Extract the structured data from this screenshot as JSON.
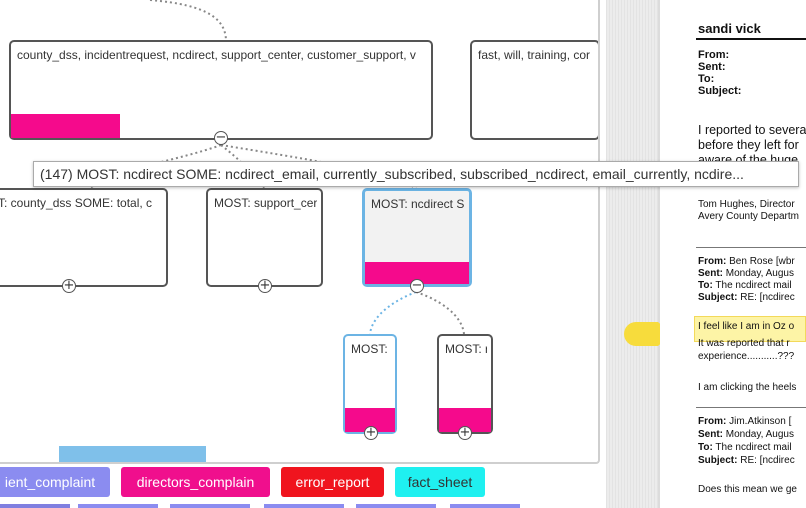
{
  "tree": {
    "nodes": {
      "top_left": {
        "label": "county_dss, incidentrequest, ncdirect, support_center, customer_support, v"
      },
      "top_right": {
        "label": "fast, will, training, cor"
      },
      "mid_left": {
        "label": "T: county_dss  SOME: total, c"
      },
      "mid_center": {
        "label": "MOST: support_cer"
      },
      "mid_selected": {
        "label": "MOST: ncdirect  S"
      },
      "leaf_left": {
        "label": "MOST: r"
      },
      "leaf_right": {
        "label": "MOST: r"
      }
    },
    "toggles": {
      "collapse": "−",
      "expand": "+"
    }
  },
  "tooltip": {
    "text": "(147) MOST: ncdirect SOME: ncdirect_email, currently_subscribed, subscribed_ncdirect, email_currently, ncdire..."
  },
  "tags": [
    {
      "label": "ient_complaint",
      "bg": "#8b8cf0",
      "fg": "#ffffff"
    },
    {
      "label": "directors_complain",
      "bg": "#f00f8d",
      "fg": "#ffffff"
    },
    {
      "label": "error_report",
      "bg": "#f0141e",
      "fg": "#ffffff"
    },
    {
      "label": "fact_sheet",
      "bg": "#1ff0f0",
      "fg": "#333333"
    }
  ],
  "colors": {
    "accent_bar": "#f50a8c",
    "selection_blue": "#6cb4e4",
    "scroll_thumb": "#7fc0ea"
  },
  "document": {
    "sender_name": "sandi vick",
    "fields": [
      "From:",
      "Sent:",
      "To:",
      "Subject:"
    ],
    "para1": [
      "I reported to severa",
      "before they left for",
      "aware of the huge"
    ],
    "sig1": [
      "Tom Hughes, Director",
      "Avery County Departm"
    ],
    "email2": [
      {
        "label": "From:",
        "value": "Ben Rose [wbr"
      },
      {
        "label": "Sent:",
        "value": "Monday, Augus"
      },
      {
        "label": "To:",
        "value": "The ncdirect mail"
      },
      {
        "label": "Subject:",
        "value": "RE: [ncdirec"
      }
    ],
    "highlight_line": "I feel like I am in Oz o",
    "para2": [
      "It was reported that r",
      "experience...........???"
    ],
    "para3": "I am clicking the heels",
    "email3": [
      {
        "label": "From:",
        "value": "Jim.Atkinson ["
      },
      {
        "label": "Sent:",
        "value": "Monday, Augus"
      },
      {
        "label": "To:",
        "value": "The ncdirect mail"
      },
      {
        "label": "Subject:",
        "value": "RE: [ncdirec"
      }
    ],
    "last_line": "Does this mean we ge"
  },
  "icons": {
    "pin": "annotation-pin-icon",
    "collapse": "minus-circle-icon",
    "expand": "plus-circle-icon"
  }
}
